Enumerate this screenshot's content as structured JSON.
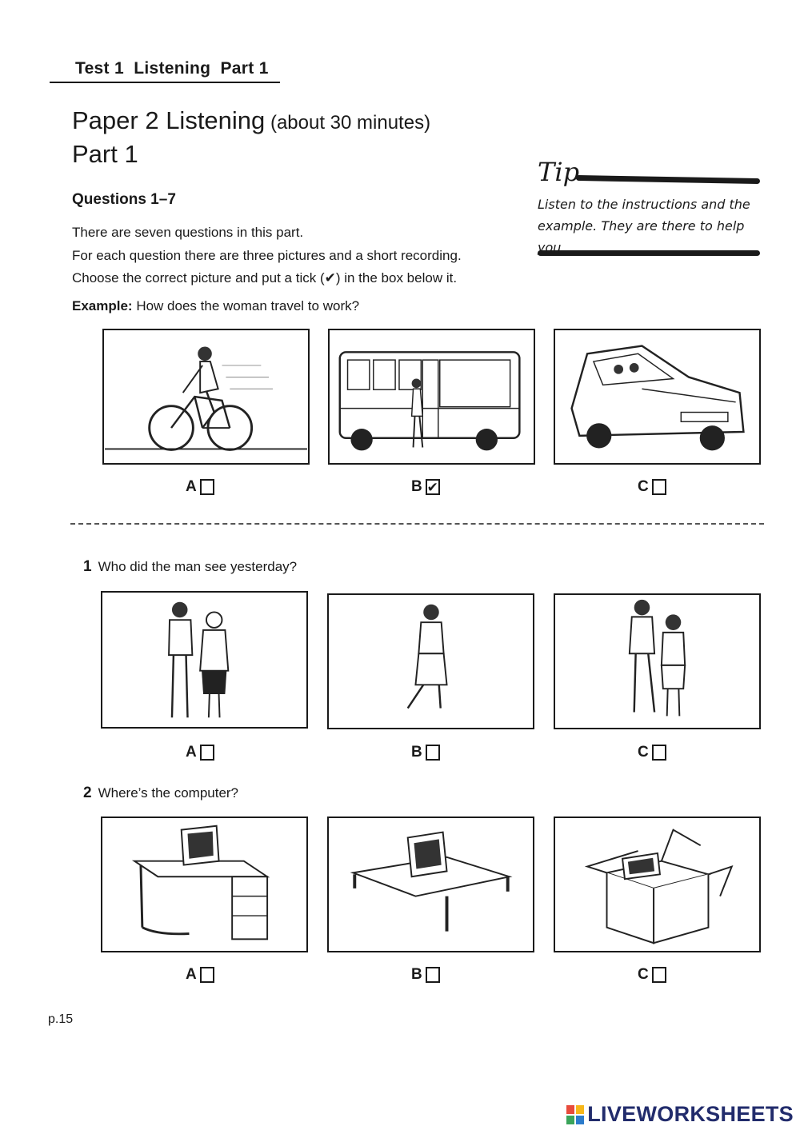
{
  "header": {
    "text": "Test 1  Listening  Part 1"
  },
  "paper": {
    "title_main": "Paper 2   Listening",
    "title_small": " (about 30 minutes)",
    "part": "Part 1"
  },
  "tip": {
    "title": "Tip",
    "text": "Listen to the instructions and the example. They are there to help you."
  },
  "questions_heading": "Questions 1–7",
  "instructions": [
    "There are seven questions in this part.",
    "For each question there are three pictures and a short recording.",
    "Choose the correct picture and put a tick (✔) in the box below it."
  ],
  "example": {
    "label": "Example:",
    "question": " How does the woman travel to work?",
    "options": [
      {
        "letter": "A",
        "mark": ""
      },
      {
        "letter": "B",
        "mark": "✔"
      },
      {
        "letter": "C",
        "mark": ""
      }
    ]
  },
  "questions": [
    {
      "number": "1",
      "text": "Who did the man see yesterday?",
      "options": [
        {
          "letter": "A",
          "mark": ""
        },
        {
          "letter": "B",
          "mark": ""
        },
        {
          "letter": "C",
          "mark": ""
        }
      ]
    },
    {
      "number": "2",
      "text": "Where’s the computer?",
      "options": [
        {
          "letter": "A",
          "mark": ""
        },
        {
          "letter": "B",
          "mark": ""
        },
        {
          "letter": "C",
          "mark": ""
        }
      ]
    }
  ],
  "page_number": "p.15",
  "logo": {
    "text": "LIVEWORKSHEETS",
    "colors": [
      "#e84b3c",
      "#f6b71a",
      "#3aa45a",
      "#2b7bcb"
    ]
  }
}
